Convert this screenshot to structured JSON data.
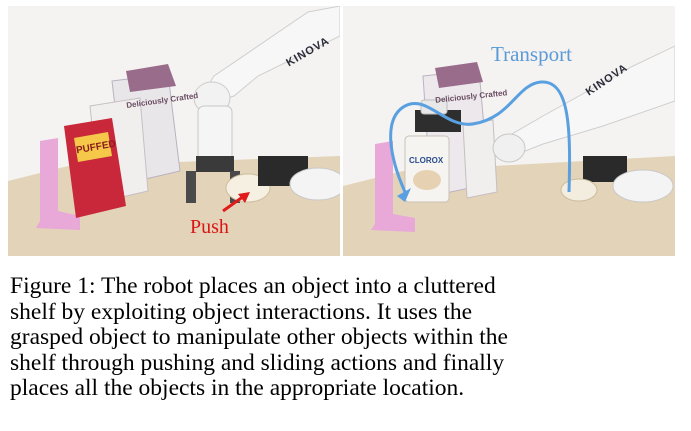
{
  "figure": {
    "left_panel": {
      "annotation": "Push",
      "arrow_color": "#e01b1b",
      "robot_brand": "KINOVA",
      "box_texts": [
        "Deliciously Crafted",
        "PUFFED"
      ]
    },
    "right_panel": {
      "annotation": "Transport",
      "path_color": "#5aa0e0",
      "robot_brand": "KINOVA",
      "box_texts": [
        "Deliciously Crafted",
        "CLOROX"
      ]
    },
    "caption": {
      "lines": [
        "Figure 1:  The robot places an object into a cluttered",
        "shelf by exploiting object interactions.   It uses the",
        "grasped object to manipulate other objects within the",
        "shelf through pushing and sliding actions and finally",
        "places all the objects in the appropriate location."
      ]
    }
  }
}
